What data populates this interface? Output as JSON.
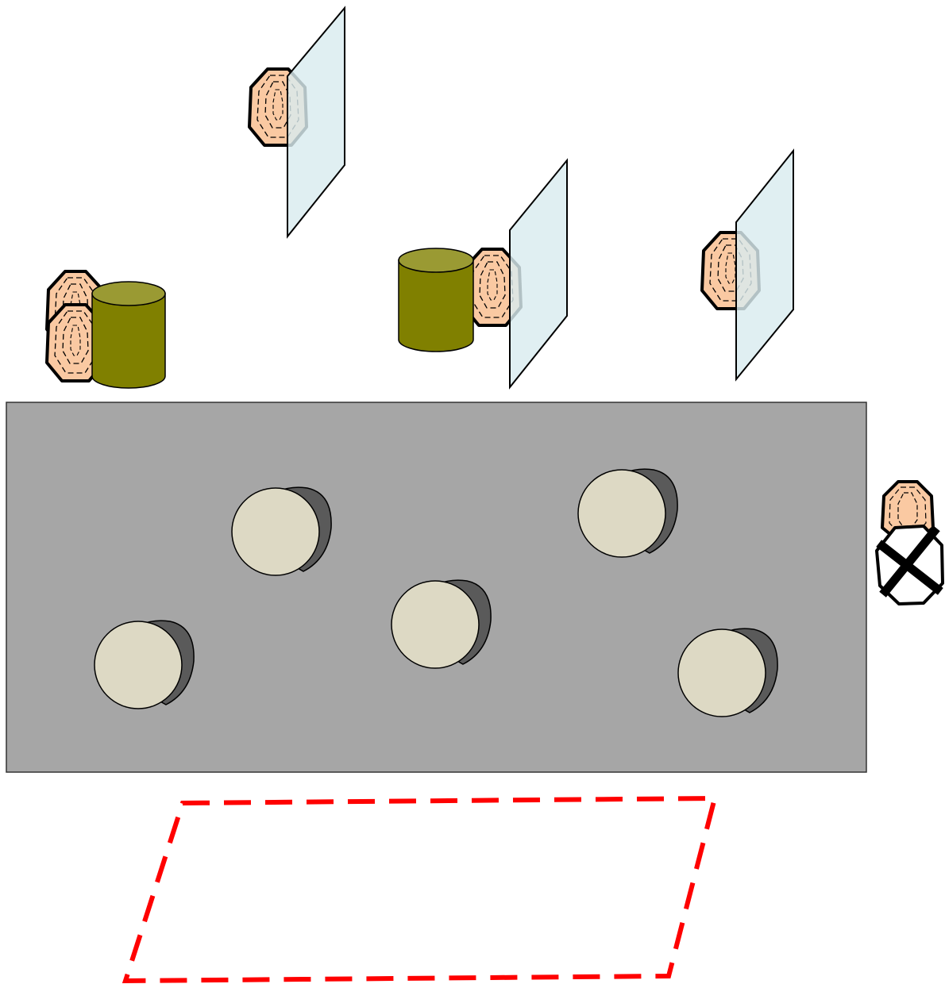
{
  "colors": {
    "background": "#ffffff",
    "table": "#a6a6a6",
    "table_border": "#333333",
    "pole_top": "#ddd9c4",
    "pole_shadow": "#5a5a5a",
    "head_skin": "#fac9a2",
    "barrel": "#808000",
    "barrel_top": "#9a9a33",
    "glass_panel": "#d9ecef",
    "zone_outline": "#ff0000",
    "cross": "#000000"
  },
  "scene": {
    "glass_panels": 3,
    "heads_behind_glass": 3,
    "barrels": 2,
    "heads_behind_barrels": 3,
    "poles_on_table": 5,
    "crossed_out_head": 1,
    "dashed_zone": 1
  }
}
